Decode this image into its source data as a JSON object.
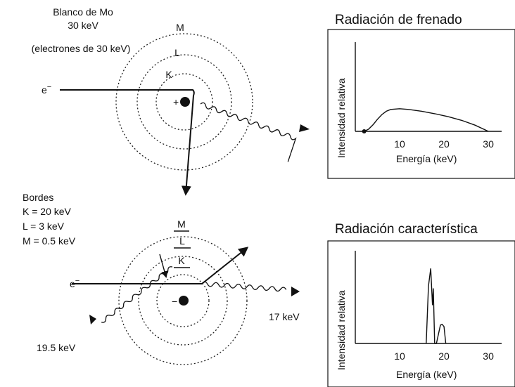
{
  "top_diagram": {
    "target_line1": "Blanco de Mo",
    "target_line2": "30 keV",
    "target_line3": "(electrones de 30 keV)",
    "shell_m": "M",
    "shell_l": "L",
    "shell_k": "K",
    "electron": "e",
    "electron_sup": "−",
    "nucleus_sign": "+"
  },
  "bottom_diagram": {
    "edges_title": "Bordes",
    "edge_k": "K = 20 keV",
    "edge_l": "L =   3 keV",
    "edge_m": "M = 0.5 keV",
    "shell_m": "M",
    "shell_l": "L",
    "shell_k": "K",
    "electron": "e",
    "electron_sup": "−",
    "nucleus_sign": "−",
    "photon_left": "19.5 keV",
    "photon_right": "17 keV"
  },
  "chart_data": [
    {
      "type": "line",
      "title": "Radiación de frenado",
      "xlabel": "Energía (keV)",
      "ylabel": "Intensidad relativa",
      "xlim": [
        0,
        33
      ],
      "xticks": [
        10,
        20,
        30
      ],
      "series": [
        {
          "x": [
            2,
            3,
            4,
            5,
            6,
            7,
            8,
            10,
            12,
            15,
            18,
            21,
            24,
            27,
            30
          ],
          "y": [
            0,
            0.06,
            0.18,
            0.33,
            0.46,
            0.55,
            0.6,
            0.62,
            0.6,
            0.55,
            0.48,
            0.4,
            0.3,
            0.17,
            0
          ]
        }
      ]
    },
    {
      "type": "line",
      "title": "Radiación característica",
      "xlabel": "Energía (keV)",
      "ylabel": "Intensidad relativa",
      "xlim": [
        0,
        33
      ],
      "xticks": [
        10,
        20,
        30
      ],
      "series": [
        {
          "x": [
            16.0,
            16.5,
            17.0,
            17.4,
            17.6,
            17.9,
            18.3,
            19.2,
            19.6,
            20.0,
            20.4
          ],
          "y": [
            0,
            0.75,
            0.98,
            0.5,
            0.72,
            0,
            0,
            0.24,
            0.25,
            0.22,
            0
          ]
        }
      ]
    }
  ]
}
